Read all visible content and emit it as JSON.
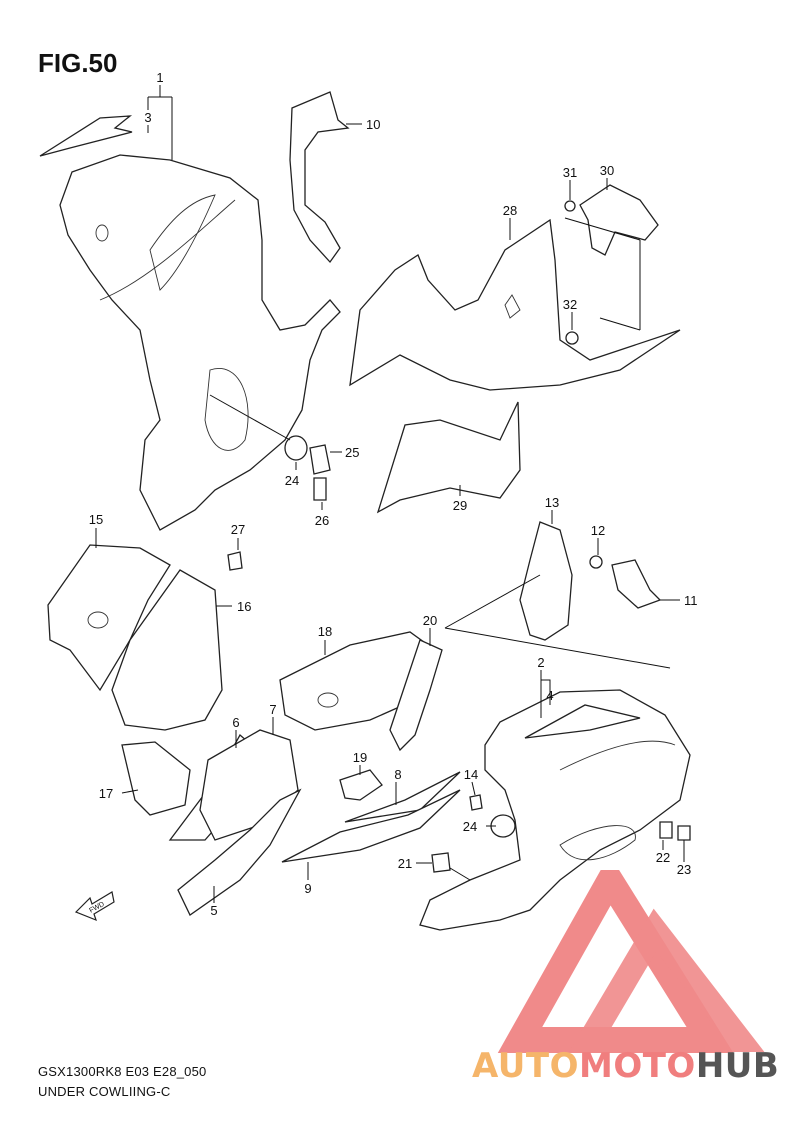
{
  "figure": {
    "title": "FIG.50",
    "model_code": "GSX1300RK8 E03 E28_050",
    "caption": "UNDER COWLIING-C",
    "fwd_label": "FWD"
  },
  "callouts": [
    "1",
    "3",
    "10",
    "31",
    "30",
    "28",
    "32",
    "25",
    "24",
    "26",
    "29",
    "27",
    "13",
    "12",
    "11",
    "15",
    "16",
    "18",
    "20",
    "2",
    "4",
    "6",
    "7",
    "19",
    "8",
    "14",
    "24",
    "22",
    "23",
    "17",
    "21",
    "9",
    "5"
  ],
  "watermark": {
    "brand": "AUTOMOTOHUB",
    "part_auto": "AUTO",
    "part_moto": "MOTO",
    "part_hub": "HUB",
    "colors": {
      "auto": "#f5b56a",
      "moto": "#f07e7e",
      "hub": "#555555",
      "triangle": "#f08a8a"
    }
  }
}
